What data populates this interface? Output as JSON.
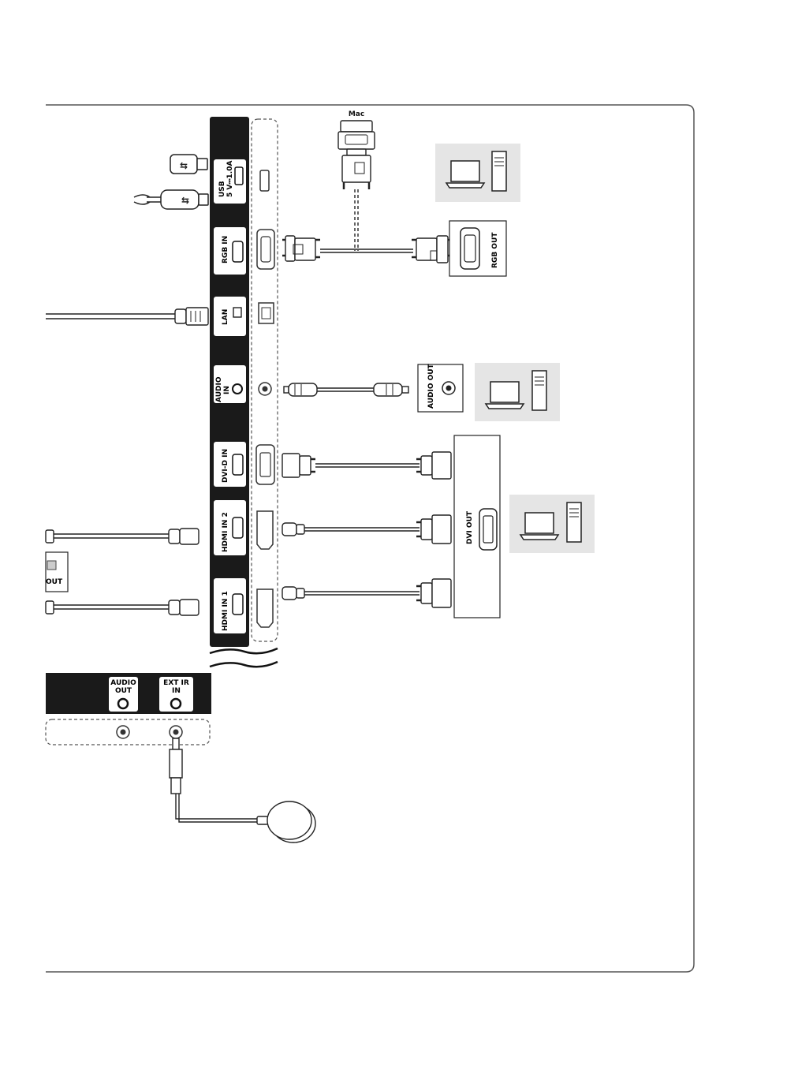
{
  "mac_label": "Mac",
  "ports": {
    "usb": [
      "USB",
      "5 V⎓1.0A"
    ],
    "rgb_in": "RGB IN",
    "lan": "LAN",
    "audio_in": [
      "AUDIO",
      "IN"
    ],
    "dvi_in": "DVI-D IN",
    "hdmi_in2": "HDMI IN 2",
    "hdmi_in1": "HDMI IN 1",
    "audio_out": [
      "AUDIO",
      "OUT"
    ],
    "ext_ir_in": [
      "EXT IR",
      "IN"
    ]
  },
  "devices": {
    "rgb_out": "RGB OUT",
    "audio_out": "AUDIO OUT",
    "dvi_out": "DVI OUT",
    "cut_out": "OUT"
  },
  "colors": {
    "panel": "#1a1a1a",
    "device_bg": "#e5e5e5",
    "line": "#222222"
  }
}
